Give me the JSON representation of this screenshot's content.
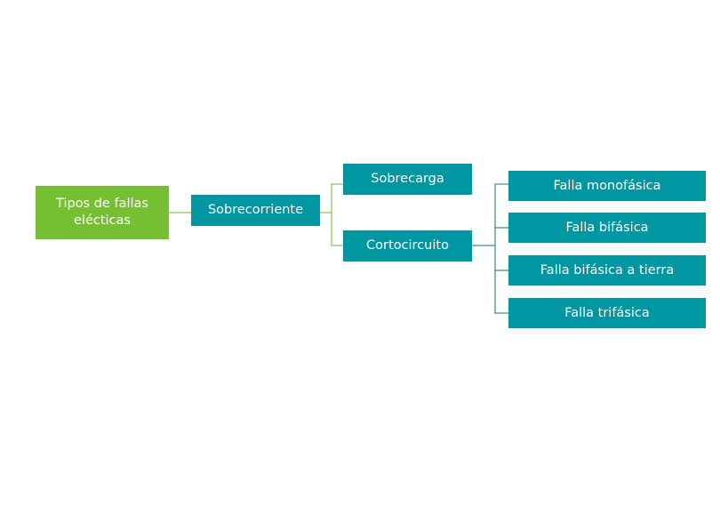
{
  "diagram": {
    "title": "Tipos de fallas eléctricas mind map",
    "colors": {
      "root": "#76bf33",
      "node": "#0097a2",
      "line_green": "#8bc75a",
      "line_teal": "#3f8f9a"
    },
    "root": {
      "label": "Tipos de fallas elécticas"
    },
    "level1": {
      "label": "Sobrecorriente"
    },
    "level2": [
      {
        "label": "Sobrecarga"
      },
      {
        "label": "Cortocircuito"
      }
    ],
    "level3": [
      {
        "label": "Falla monofásica"
      },
      {
        "label": "Falla bifásica"
      },
      {
        "label": "Falla bifásica a tierra"
      },
      {
        "label": "Falla trifásica"
      }
    ]
  }
}
